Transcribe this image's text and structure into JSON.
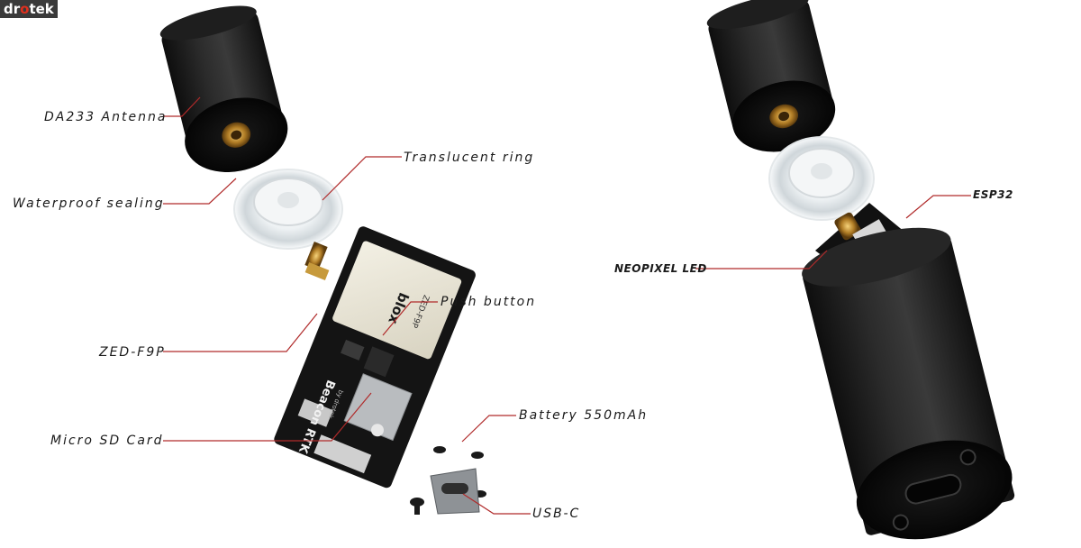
{
  "brand": {
    "logo_prefix": "dr",
    "logo_mark": "o",
    "logo_suffix": "tek"
  },
  "pcb": {
    "module_brand": "blox",
    "module_model": "ZED-F9P",
    "product_name": "Beacon RTK",
    "product_byline": "by drotek"
  },
  "callouts": {
    "antenna": "DA233 Antenna",
    "translucent_ring": "Translucent ring",
    "waterproof_sealing": "Waterproof sealing",
    "push_button": "Push button",
    "zed_f9p": "ZED-F9P",
    "battery": "Battery 550mAh",
    "micro_sd": "Micro SD Card",
    "usb_c": "USB-C",
    "esp32": "ESP32",
    "neopixel": "NEOPIXEL LED"
  },
  "colors": {
    "leader_line": "#b02a2a",
    "housing": "#1c1c1c",
    "pcb": "#141414",
    "accent": "#e0301e"
  }
}
